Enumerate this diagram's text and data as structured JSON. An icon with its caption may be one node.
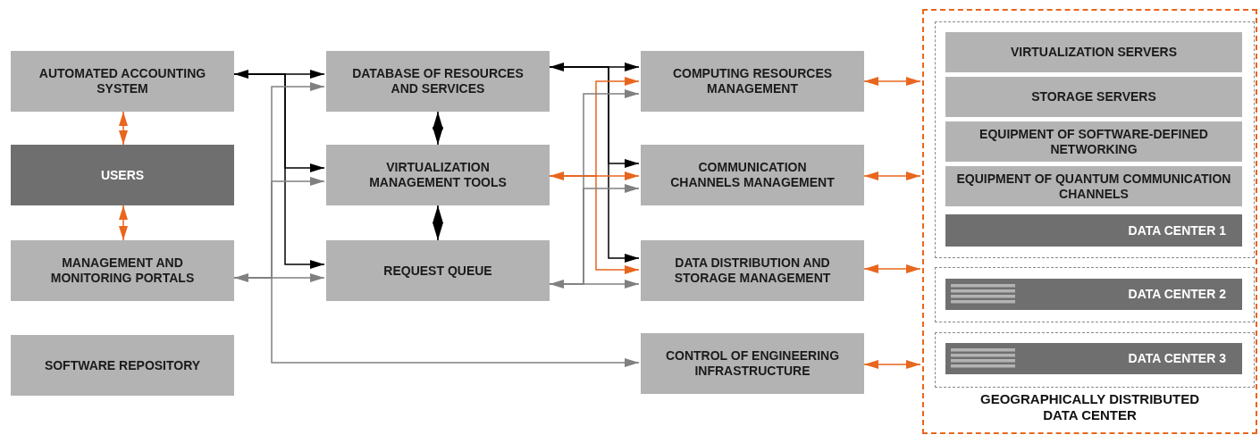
{
  "diagram": {
    "nodes": [
      {
        "text": [
          "AUTOMATED ACCOUNTING SYSTEM"
        ]
      },
      {
        "text": [
          "USERS"
        ]
      },
      {
        "text": [
          "MANAGEMENT AND MONITORING PORTALS"
        ]
      },
      {
        "text": [
          "SOFTWARE REPOSITORY"
        ]
      },
      {
        "text": [
          "DATABASE OF RESOURCES AND SERVICES"
        ]
      },
      {
        "text": [
          "VIRTUALIZATION MANAGEMENT TOOLS"
        ]
      },
      {
        "text": [
          "REQUEST QUEUE"
        ]
      },
      {
        "text": [
          "COMPUTING RESOURCES MANAGEMENT"
        ]
      },
      {
        "text": [
          "COMMUNICATION CHANNELS MANAGEMENT"
        ]
      },
      {
        "text": [
          "DATA DISTRIBUTION AND STORAGE MANAGEMENT"
        ]
      },
      {
        "text": [
          "CONTROL OF ENGINEERING INFRASTRUCTURE"
        ]
      },
      {
        "text": [
          "GEOGRAPHICALLY DISTRIBUTED DATA CENTER"
        ]
      },
      {
        "text": [],
        "shape": "box",
        "in": 11
      },
      {
        "text": [
          "VIRTUALIZATION SERVERS"
        ],
        "in": 12
      },
      {
        "text": [
          "STORAGE SERVERS"
        ],
        "in": 12
      },
      {
        "text": [
          "EQUIPMENT OF SOFTWARE-DEFINED NETWORKING"
        ],
        "in": 12
      },
      {
        "text": [
          "EQUIPMENT OF QUANTUM COMMUNICATION CHANNELS"
        ],
        "in": 12
      },
      {
        "text": [
          "DATA CENTER 1"
        ],
        "in": 12
      },
      {
        "text": [],
        "shape": "box",
        "in": 11
      },
      {
        "text": [
          "DATA CENTER 2"
        ],
        "in": 18
      },
      {
        "text": [],
        "shape": "box",
        "in": 11
      },
      {
        "text": [
          "DATA CENTER 3"
        ],
        "in": 20
      }
    ],
    "edges": [
      {
        "from": 0,
        "to": 1,
        "arrow": "both"
      },
      {
        "from": 1,
        "to": 2,
        "arrow": "both"
      },
      {
        "from": 0,
        "to": 4,
        "arrow": "both",
        "color": "#000000"
      },
      {
        "from": 0,
        "to": 5,
        "arrow": "to",
        "color": "#000000"
      },
      {
        "from": 0,
        "to": 6,
        "arrow": "to",
        "color": "#000000"
      },
      {
        "from": 2,
        "to": 4,
        "arrow": "to",
        "color": "#808080"
      },
      {
        "from": 2,
        "to": 5,
        "arrow": "to",
        "color": "#808080"
      },
      {
        "from": 2,
        "to": 6,
        "arrow": "both",
        "color": "#808080"
      },
      {
        "from": 2,
        "to": 10,
        "arrow": "to",
        "color": "#808080"
      },
      {
        "from": 4,
        "to": 5,
        "arrow": "both",
        "color": "#000000"
      },
      {
        "from": 5,
        "to": 6,
        "arrow": "both",
        "color": "#000000"
      },
      {
        "from": 4,
        "to": 7,
        "arrow": "both",
        "color": "#000000"
      },
      {
        "from": 4,
        "to": 8,
        "arrow": "to",
        "color": "#000000"
      },
      {
        "from": 4,
        "to": 9,
        "arrow": "to",
        "color": "#000000"
      },
      {
        "from": 5,
        "to": 8,
        "arrow": "both"
      },
      {
        "from": 5,
        "to": 7,
        "arrow": "to"
      },
      {
        "from": 5,
        "to": 9,
        "arrow": "to"
      },
      {
        "from": 6,
        "to": 9,
        "arrow": "both",
        "color": "#808080"
      },
      {
        "from": 6,
        "to": 7,
        "arrow": "to",
        "color": "#808080"
      },
      {
        "from": 6,
        "to": 8,
        "arrow": "to",
        "color": "#808080"
      },
      {
        "from": 7,
        "to": 11,
        "arrow": "both"
      },
      {
        "from": 8,
        "to": 11,
        "arrow": "both"
      },
      {
        "from": 9,
        "to": 11,
        "arrow": "both"
      },
      {
        "from": 10,
        "to": 11,
        "arrow": "both"
      }
    ]
  }
}
